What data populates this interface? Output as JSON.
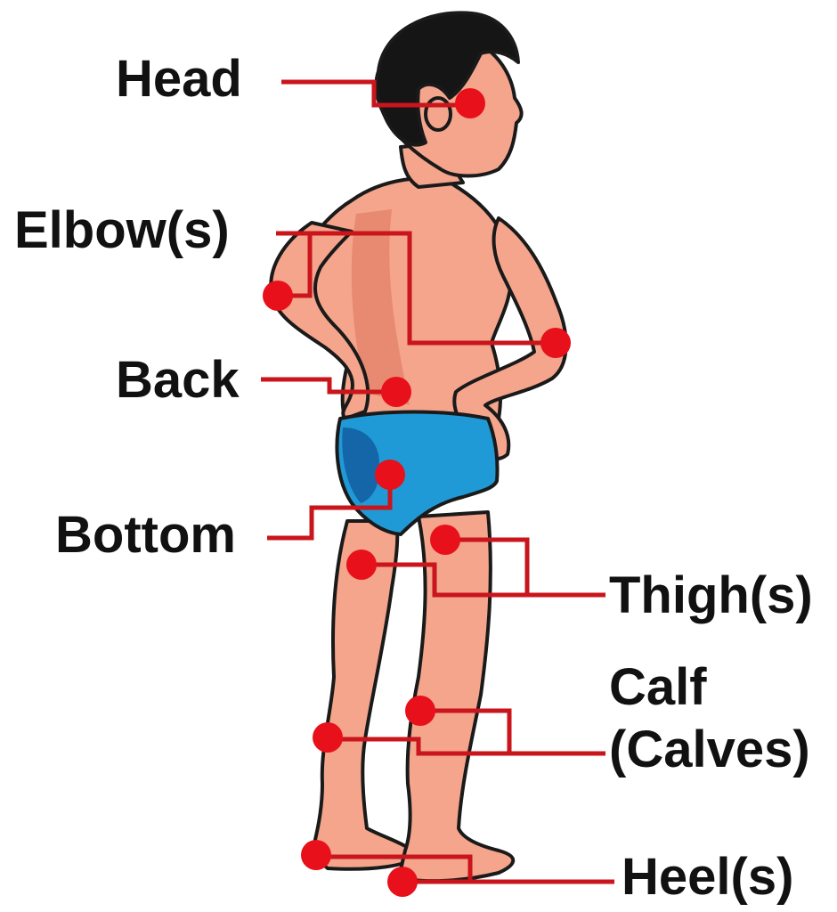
{
  "diagram": {
    "labels": {
      "head": "Head",
      "elbows": "Elbow(s)",
      "back": "Back",
      "bottom": "Bottom",
      "thighs": "Thigh(s)",
      "calf_line1": "Calf",
      "calf_line2": "(Calves)",
      "heels": "Heel(s)"
    }
  },
  "colors": {
    "marker": "#e8101a",
    "leader_line": "#c9151b",
    "skin": "#f4a58c",
    "skin_shadow": "#e88a72",
    "hair": "#151515",
    "underwear": "#1f9ad6",
    "underwear_shadow": "#1466a8",
    "outline": "#1a1a1a"
  }
}
